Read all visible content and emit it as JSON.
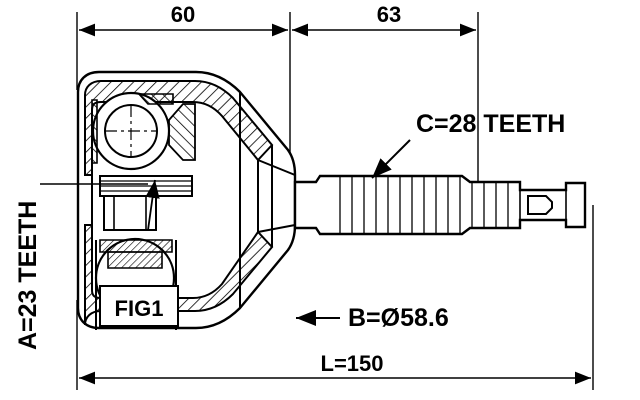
{
  "diagram": {
    "title": "CV joint technical drawing",
    "labels": {
      "dim_top_left": "60",
      "dim_top_right": "63",
      "teeth_outer": "C=28 TEETH",
      "teeth_inner": "A=23 TEETH",
      "diameter": "B=Ø58.6",
      "length": "L=150",
      "figure": "FIG1"
    },
    "colors": {
      "stroke": "#000000",
      "fill": "#ffffff",
      "hatch": "#000000"
    }
  }
}
